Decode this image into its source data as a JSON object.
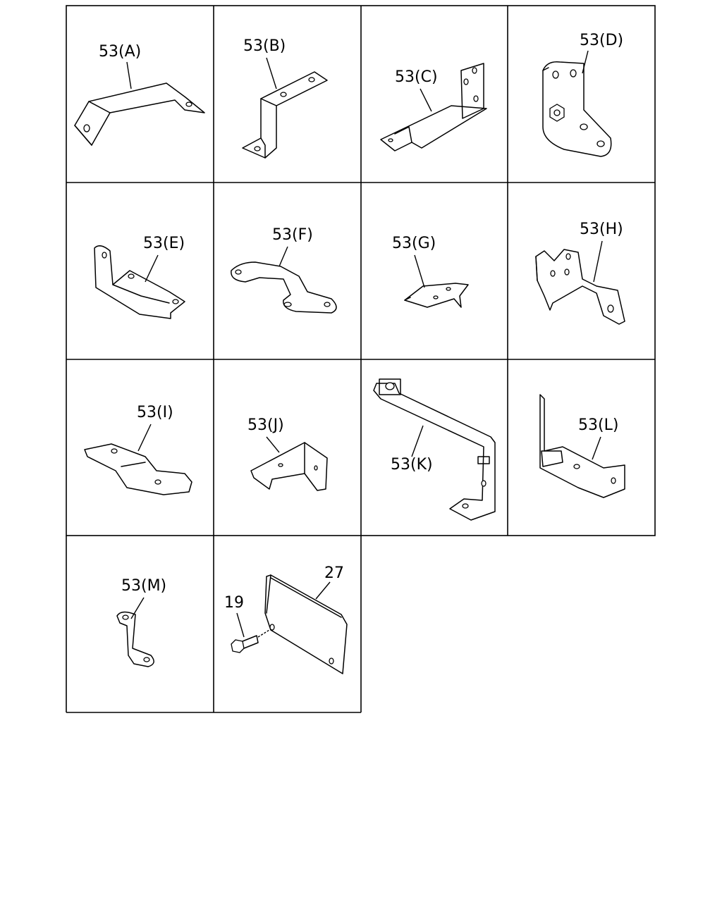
{
  "diagram": {
    "cells": [
      {
        "id": "A",
        "label": "53(A)"
      },
      {
        "id": "B",
        "label": "53(B)"
      },
      {
        "id": "C",
        "label": "53(C)"
      },
      {
        "id": "D",
        "label": "53(D)"
      },
      {
        "id": "E",
        "label": "53(E)"
      },
      {
        "id": "F",
        "label": "53(F)"
      },
      {
        "id": "G",
        "label": "53(G)"
      },
      {
        "id": "H",
        "label": "53(H)"
      },
      {
        "id": "I",
        "label": "53(I)"
      },
      {
        "id": "J",
        "label": "53(J)"
      },
      {
        "id": "K",
        "label": "53(K)"
      },
      {
        "id": "L",
        "label": "53(L)"
      },
      {
        "id": "M",
        "label": "53(M)"
      },
      {
        "id": "N",
        "labels": {
          "plate": "27",
          "bolt": "19"
        }
      }
    ]
  }
}
